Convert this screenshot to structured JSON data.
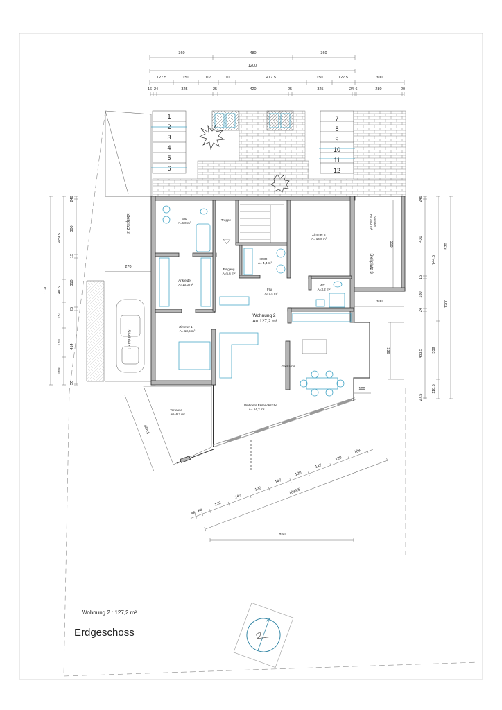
{
  "drawing": {
    "apartment_summary": "Wohnung 2 : 127,2 m²",
    "floor_title": "Erdgeschoss"
  },
  "rooms": {
    "bad": {
      "name": "Bad",
      "area": "A=6,0 m²"
    },
    "treppe": {
      "name": "Treppe"
    },
    "zimmer2": {
      "name": "Zimmer 2",
      "area": "A= 14,0 m²"
    },
    "hwr": {
      "name": "HWR",
      "area": "A= 4,4 m²"
    },
    "eingang": {
      "name": "Eingang",
      "area": "A=5,6 m²"
    },
    "ankleide": {
      "name": "Ankleide",
      "area": "A=10,0 m²"
    },
    "flur": {
      "name": "Flur",
      "area": "A=7,4 m²"
    },
    "wc": {
      "name": "WC",
      "area": "A=3,2 m²"
    },
    "wohnung": {
      "name": "Wohnung 2",
      "area": "A= 127,2 m²"
    },
    "zimmer1": {
      "name": "Zimmer 1",
      "area": "A= 13,5 m²"
    },
    "gaskamin": {
      "name": "Gaskamin"
    },
    "wohnen": {
      "name": "Wohnen/ Essen/ Küche",
      "area": "A= 54,2 m²"
    },
    "terrasse": {
      "name": "Terrasse",
      "area": "A0=6,7 m²"
    },
    "garage": {
      "name": "Garage",
      "area": "A= 15,3 m²"
    },
    "stellplatz1": {
      "name": "Stellplatz 1"
    },
    "stellplatz2": {
      "name": "Stellplatz 2"
    },
    "stellplatz3": {
      "name": "Stellplatz 3"
    }
  },
  "bike_spaces": [
    "1",
    "2",
    "3",
    "4",
    "5",
    "6",
    "7",
    "8",
    "9",
    "10",
    "11",
    "12"
  ],
  "dimensions": {
    "top_row1": [
      "360",
      "480",
      "360"
    ],
    "top_row2": [
      "1200"
    ],
    "top_row3": [
      "127.5",
      "150",
      "117",
      "110",
      "417.5",
      "150",
      "127.5",
      "300"
    ],
    "top_row4": [
      "16",
      "24",
      "325",
      "25",
      "420",
      "25",
      "325",
      "24",
      "6",
      "280",
      "20"
    ],
    "left_col1": [
      "1120"
    ],
    "left_col2": [
      "489.5",
      "140.5",
      "151",
      "170",
      "169"
    ],
    "left_col3": [
      "246",
      "300",
      "15",
      "310",
      "25",
      "414",
      "36"
    ],
    "right_col1": [
      "246",
      "430",
      "15",
      "180",
      "24",
      "483.5",
      "27.5"
    ],
    "right_col2": [
      "744.5",
      "339",
      "118.5"
    ],
    "right_col3": [
      "570",
      "1200"
    ],
    "inner": {
      "garage_depth": "550",
      "garage_width": "300",
      "terrace_depth": "339",
      "offset": "100",
      "stellplatz_width": "270",
      "terrace_side": "486.5"
    },
    "diagonal": [
      "48",
      "64",
      "120",
      "147",
      "120",
      "147",
      "120",
      "147",
      "120",
      "108"
    ],
    "diagonal_total": "1093.5",
    "bottom": "850"
  },
  "colors": {
    "furniture": "#4aa8c8",
    "wall": "#b5b5b5",
    "line": "#333333"
  }
}
